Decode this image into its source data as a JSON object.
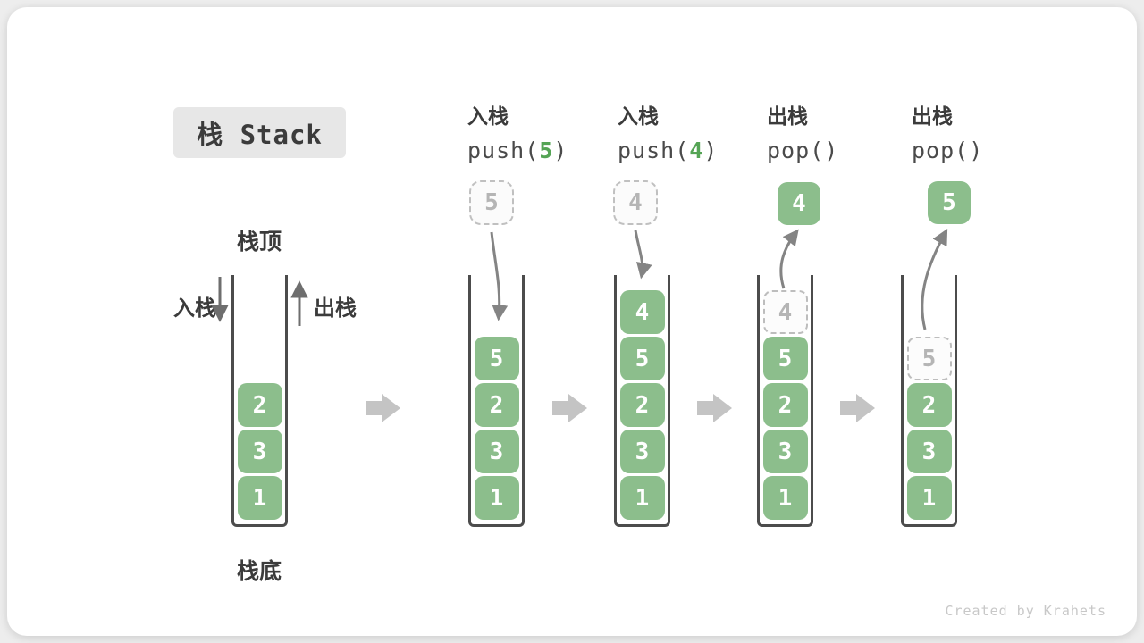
{
  "title": "栈 Stack",
  "watermark": "Created by Krahets",
  "labels": {
    "stack_top": "栈顶",
    "stack_bottom": "栈底",
    "push_side": "入栈",
    "pop_side": "出栈"
  },
  "operations": [
    {
      "name": "入栈",
      "code_pre": "push(",
      "arg": "5",
      "code_post": ")"
    },
    {
      "name": "入栈",
      "code_pre": "push(",
      "arg": "4",
      "code_post": ")"
    },
    {
      "name": "出栈",
      "code_pre": "pop(",
      "arg": "",
      "code_post": ")"
    },
    {
      "name": "出栈",
      "code_pre": "pop(",
      "arg": "",
      "code_post": ")"
    }
  ],
  "stacks": [
    {
      "elements_top_to_bottom": [
        "2",
        "3",
        "1"
      ]
    },
    {
      "floating": {
        "value": "5",
        "style": "dashed"
      },
      "elements_top_to_bottom": [
        "5",
        "2",
        "3",
        "1"
      ]
    },
    {
      "floating": {
        "value": "4",
        "style": "dashed"
      },
      "elements_top_to_bottom": [
        "4",
        "5",
        "2",
        "3",
        "1"
      ]
    },
    {
      "floating": {
        "value": "4",
        "style": "solid"
      },
      "ghost_slot": "4",
      "elements_top_to_bottom": [
        "5",
        "2",
        "3",
        "1"
      ]
    },
    {
      "floating": {
        "value": "5",
        "style": "solid"
      },
      "ghost_slot": "5",
      "elements_top_to_bottom": [
        "2",
        "3",
        "1"
      ]
    }
  ],
  "colors": {
    "element_green": "#8cbe8c",
    "arg_green": "#55a455",
    "wall_gray": "#4c4c4c",
    "arrow_gray": "#848484",
    "block_arrow_gray": "#c4c4c4",
    "ghost_gray": "#bdbdbd",
    "title_bg": "#e7e7e7",
    "text_dark": "#3b3b3b",
    "watermark_gray": "#c8c8c8"
  }
}
